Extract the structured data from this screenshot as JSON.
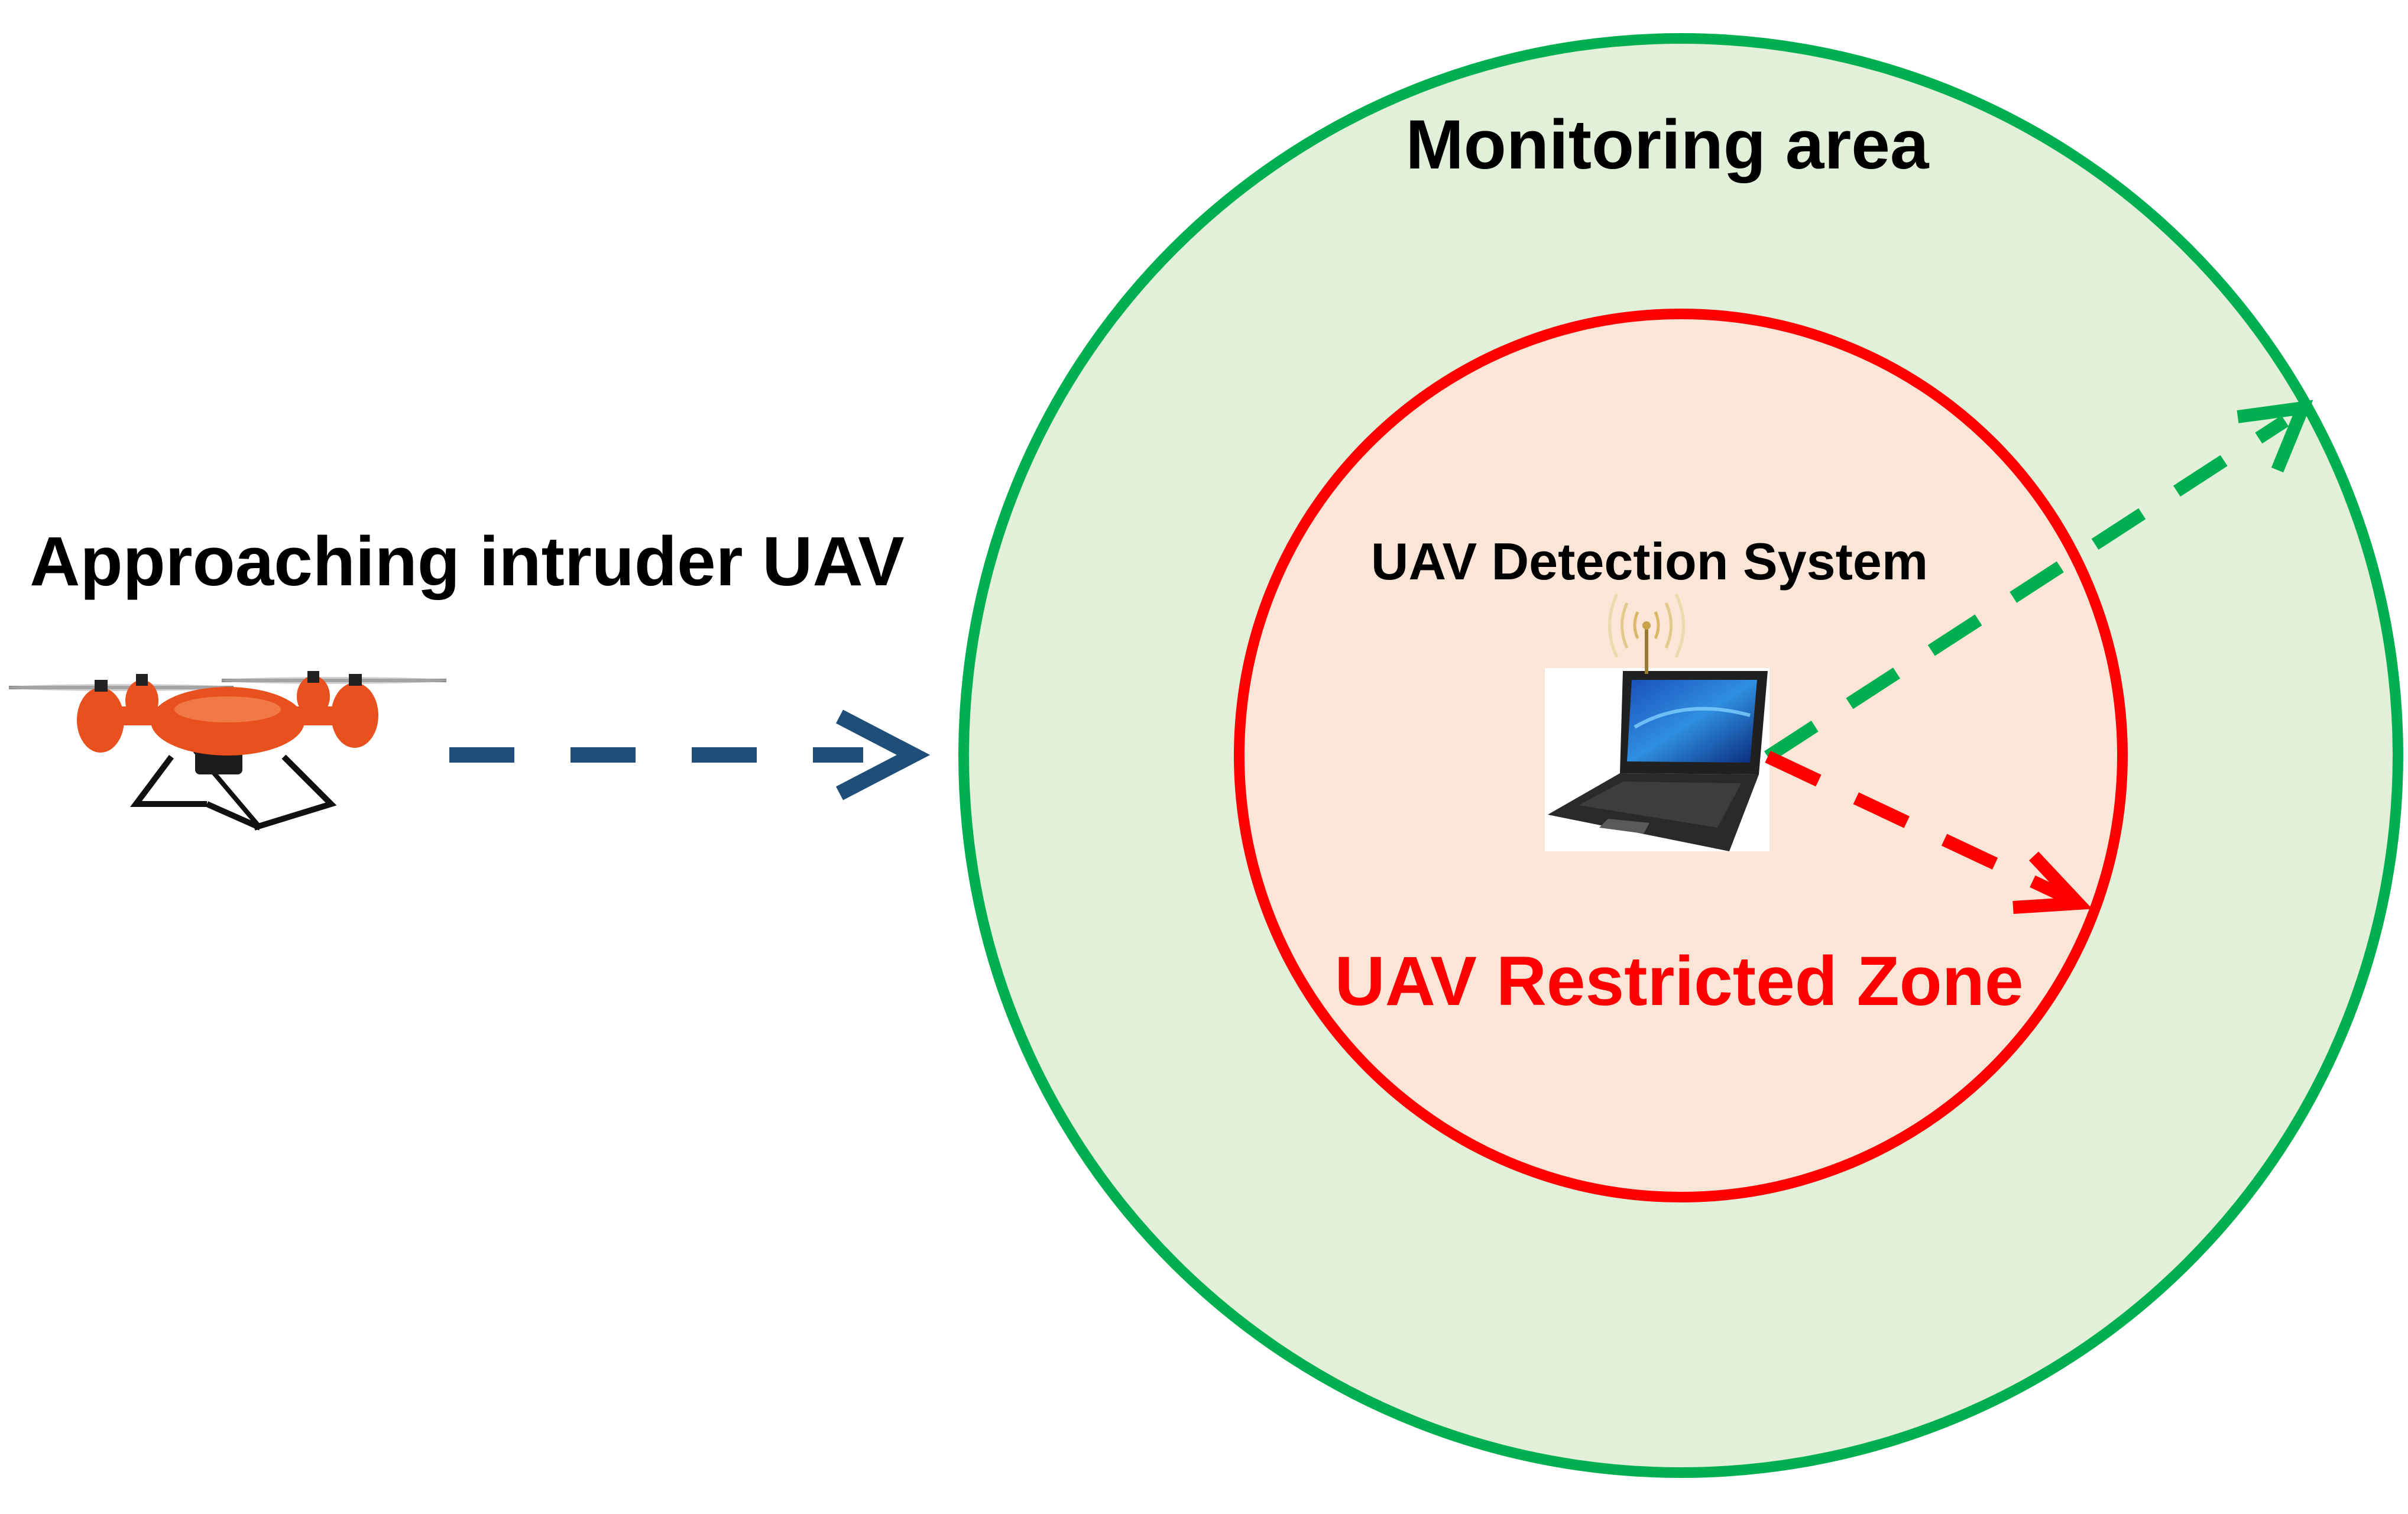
{
  "labels": {
    "monitoring_area": "Monitoring area",
    "intruder": "Approaching intruder UAV",
    "detection_system": "UAV Detection System",
    "restricted_zone": "UAV Restricted Zone"
  },
  "colors": {
    "outer_ring": "#00B050",
    "outer_fill": "#E2EFD9",
    "inner_ring": "#FF0000",
    "inner_fill": "#FBE5D6",
    "approach_arrow": "#1F4E79",
    "monitoring_arrow": "#00B050",
    "restricted_arrow": "#FF0000",
    "drone_body": "#E8501E",
    "text_dark": "#000000",
    "text_red": "#FF0000"
  },
  "icons": {
    "drone": "drone-icon",
    "laptop": "laptop-icon",
    "antenna": "antenna-icon"
  }
}
